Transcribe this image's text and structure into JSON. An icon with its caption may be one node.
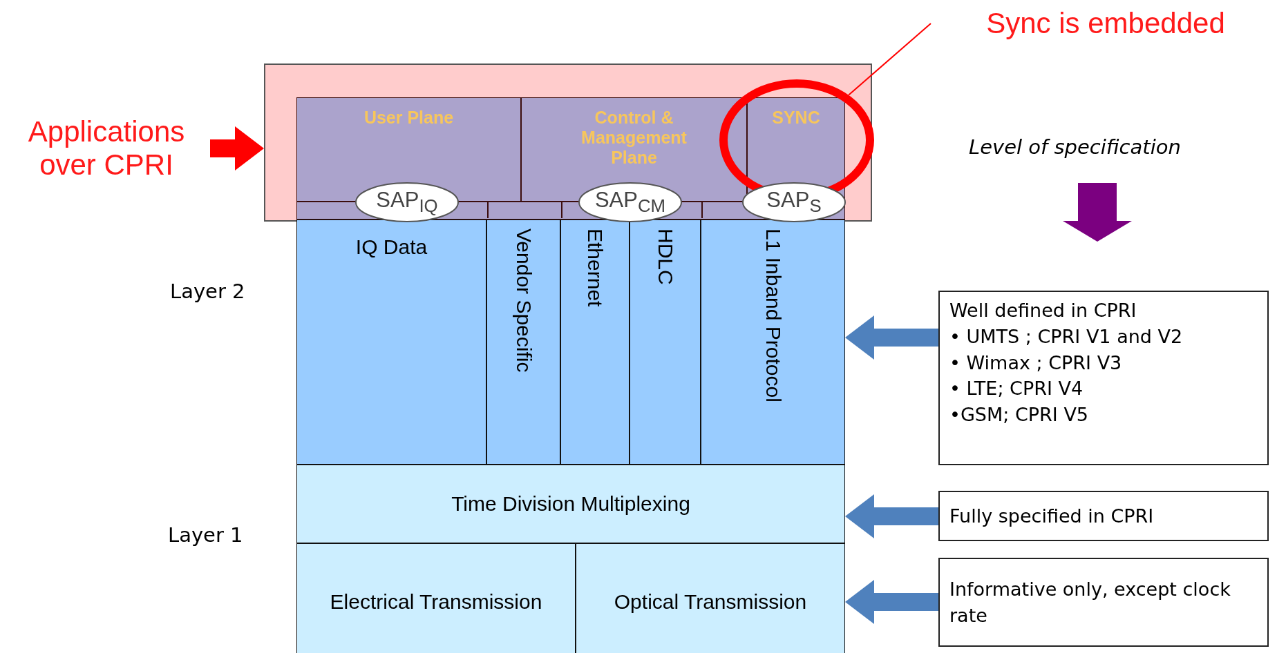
{
  "diagram": {
    "nodes": [
      {
        "text": [
          "Applications over CPRI"
        ]
      },
      {
        "text": [],
        "shape": "box"
      },
      {
        "text": [
          "User Plane"
        ],
        "in": 1
      },
      {
        "text": [
          "Control & Management Plane"
        ],
        "in": 1
      },
      {
        "text": [],
        "shape": "circle",
        "in": 1
      },
      {
        "text": [
          "SYNC"
        ],
        "in": 4
      },
      {
        "text": [
          "SAP$_{IQ}$"
        ],
        "in": 1
      },
      {
        "text": [
          "SAP$_{CM}$"
        ],
        "in": 1
      },
      {
        "text": [
          "SAP$_{S}$"
        ],
        "in": 1
      },
      {
        "text": [
          "IQ Data"
        ]
      },
      {
        "text": [
          "Vendor Specific"
        ]
      },
      {
        "text": [
          "Ethernet"
        ]
      },
      {
        "text": [
          "HDLC"
        ]
      },
      {
        "text": [
          "L1 Inband Protocol"
        ]
      },
      {
        "text": [
          "Time Division Multiplexing"
        ]
      },
      {
        "text": [
          "Electrical Transmission"
        ]
      },
      {
        "text": [
          "Optical Transmission"
        ]
      },
      {
        "text": [
          "Sync is embedded"
        ]
      },
      {
        "text": [
          "Well defined in CPRI",
          "• UMTS ; CPRI V1 and V2",
          "• Wimax ; CPRI V3",
          "• LTE; CPRI V4",
          "•GSM; CPRI V5"
        ]
      },
      {
        "text": [
          "Fully specified in CPRI"
        ]
      },
      {
        "text": [
          "Informative only, except clock rate"
        ]
      }
    ],
    "edges": [
      {
        "from": 0,
        "to": 1,
        "arrow": "to",
        "color": "#ff0000"
      },
      {
        "from": 17,
        "to": 4,
        "arrow": "none",
        "color": "#ff0000"
      },
      {
        "from": 18,
        "to": 13,
        "arrow": "to"
      },
      {
        "from": 19,
        "to": 14,
        "arrow": "to"
      },
      {
        "from": 20,
        "to": 16,
        "arrow": "to"
      }
    ],
    "labels": [
      "Level of specification",
      "Layer 2",
      "Layer 1"
    ]
  }
}
